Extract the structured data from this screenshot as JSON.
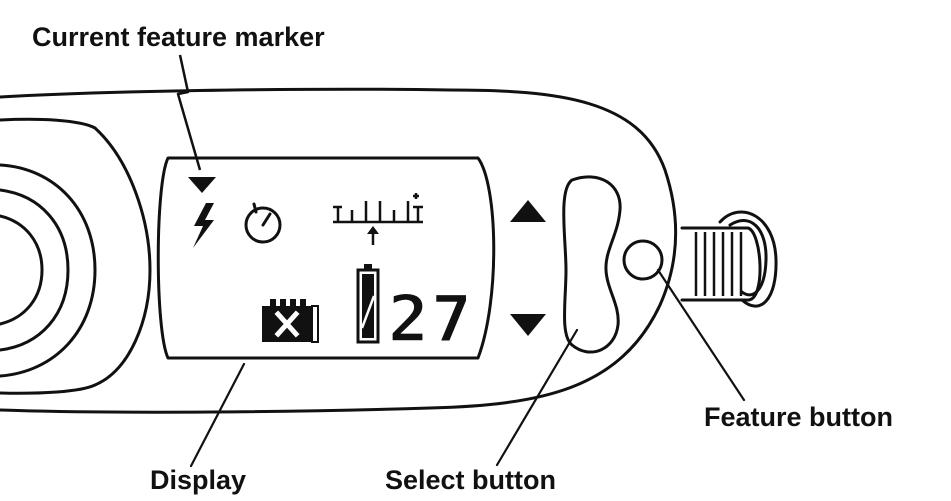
{
  "labels": {
    "current_feature_marker": "Current feature marker",
    "display": "Display",
    "select_button": "Select button",
    "feature_button": "Feature button"
  },
  "display": {
    "frame_counter": "27"
  },
  "icons": {
    "marker": "triangle-down-icon",
    "flash": "lightning-bolt-icon",
    "self_timer": "self-timer-icon",
    "landscape_mode": "landscape-mode-icon",
    "film_cartridge": "film-cartridge-x-icon",
    "battery": "battery-icon",
    "select_up": "triangle-up-icon",
    "select_down": "triangle-down-icon"
  },
  "colors": {
    "ink": "#111111",
    "paper": "#ffffff"
  }
}
